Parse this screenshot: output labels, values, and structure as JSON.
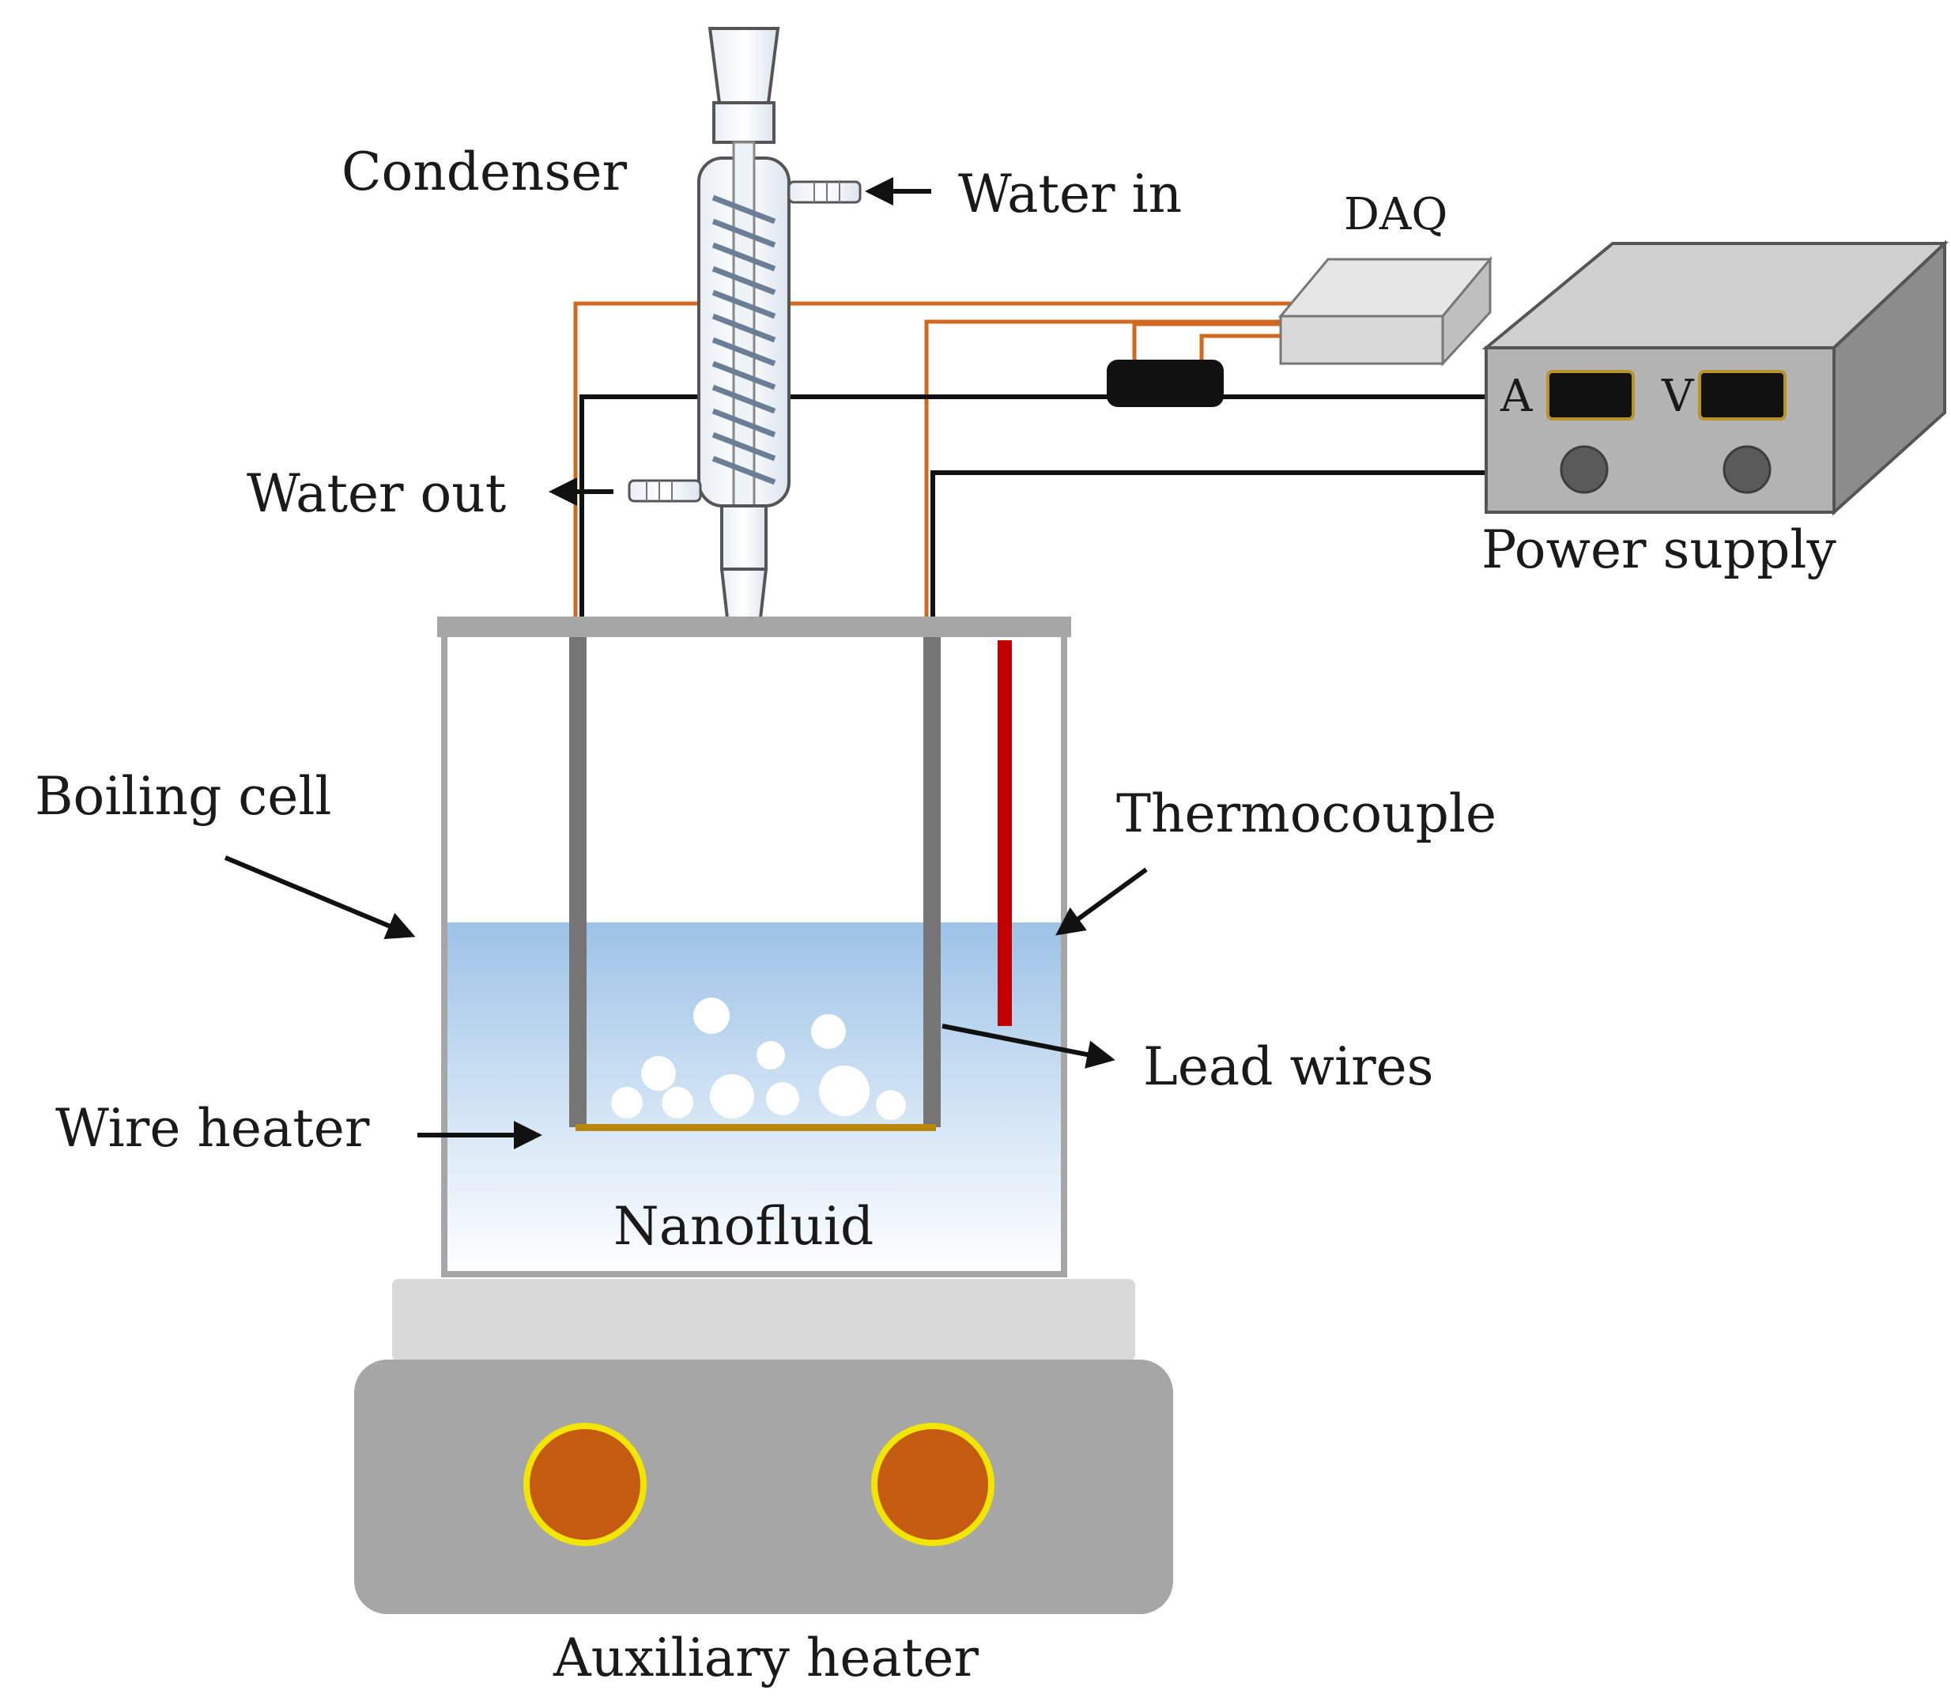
{
  "labels": {
    "condenser": "Condenser",
    "water_in": "Water in",
    "water_out": "Water out",
    "daq": "DAQ",
    "power_supply": "Power supply",
    "ammeter": "A",
    "voltmeter": "V",
    "boiling_cell": "Boiling cell",
    "thermocouple": "Thermocouple",
    "lead_wires": "Lead wires",
    "wire_heater": "Wire heater",
    "nanofluid": "Nanofluid",
    "auxiliary_heater": "Auxiliary heater"
  },
  "colors": {
    "signal_wire": "#d2691e",
    "power_wire": "#111111",
    "thermocouple": "#c00000",
    "wire_heater": "#b8860b",
    "burner": "#c55a11",
    "burner_ring": "#f2e600",
    "fluid_top": "#9fc3e6",
    "cell_frame": "#a6a6a6",
    "heater_body": "#a6a6a6",
    "power_supply_body": "#b3b3b3",
    "daq_body": "#d9d9d9"
  },
  "icons": {
    "arrow": "arrow-icon",
    "bubble": "bubble-icon",
    "meter_display": "display-icon",
    "knob": "knob-icon"
  }
}
